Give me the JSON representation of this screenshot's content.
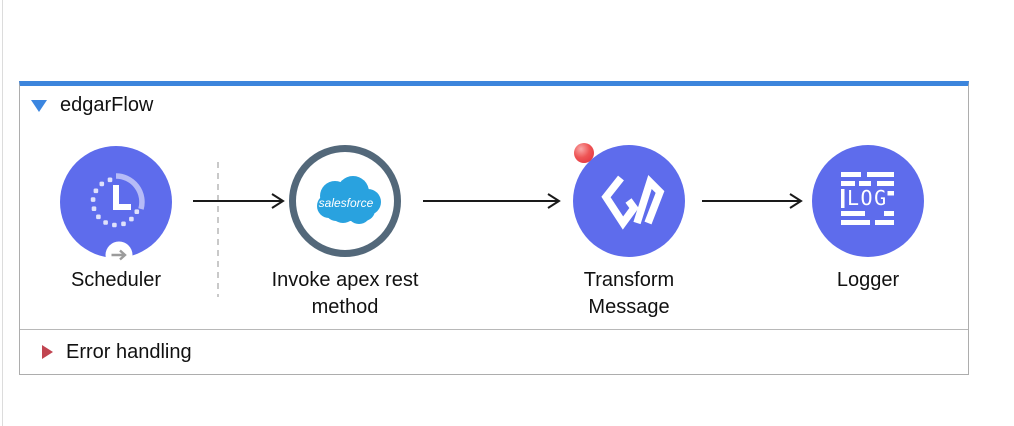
{
  "flow": {
    "title": "edgarFlow",
    "collapse_icon": "chevron-down-triangle-icon",
    "error_section": {
      "label": "Error handling",
      "expand_icon": "chevron-right-triangle-icon"
    }
  },
  "nodes": [
    {
      "label": "Scheduler",
      "icon": "scheduler-clock-icon",
      "sub_icon": "arrow-right-source-icon"
    },
    {
      "label": "Invoke apex rest method",
      "icon": "salesforce-cloud-icon",
      "logo_text": "salesforce"
    },
    {
      "label": "Transform Message",
      "icon": "dataweave-icon",
      "badge": "error"
    },
    {
      "label": "Logger",
      "icon": "logger-log-icon",
      "icon_text": "LOG"
    }
  ],
  "connectors": [
    {
      "name": "scheduler-to-salesforce"
    },
    {
      "name": "salesforce-to-transform"
    },
    {
      "name": "transform-to-logger"
    }
  ],
  "colors": {
    "node_purple": "#5e6cec",
    "flow_header_bar_blue": "#3c85dc",
    "collapse_triangle_blue": "#3b86e0",
    "salesforce_blue": "#29a2df",
    "salesforce_ring_gray": "#53687a",
    "error_triangle_red": "#c14551",
    "error_badge_red": "#e02c3c",
    "container_border_gray": "#adadad",
    "dashed_separator_gray": "#c9c9c9",
    "connector_black": "#1a1a1a"
  }
}
